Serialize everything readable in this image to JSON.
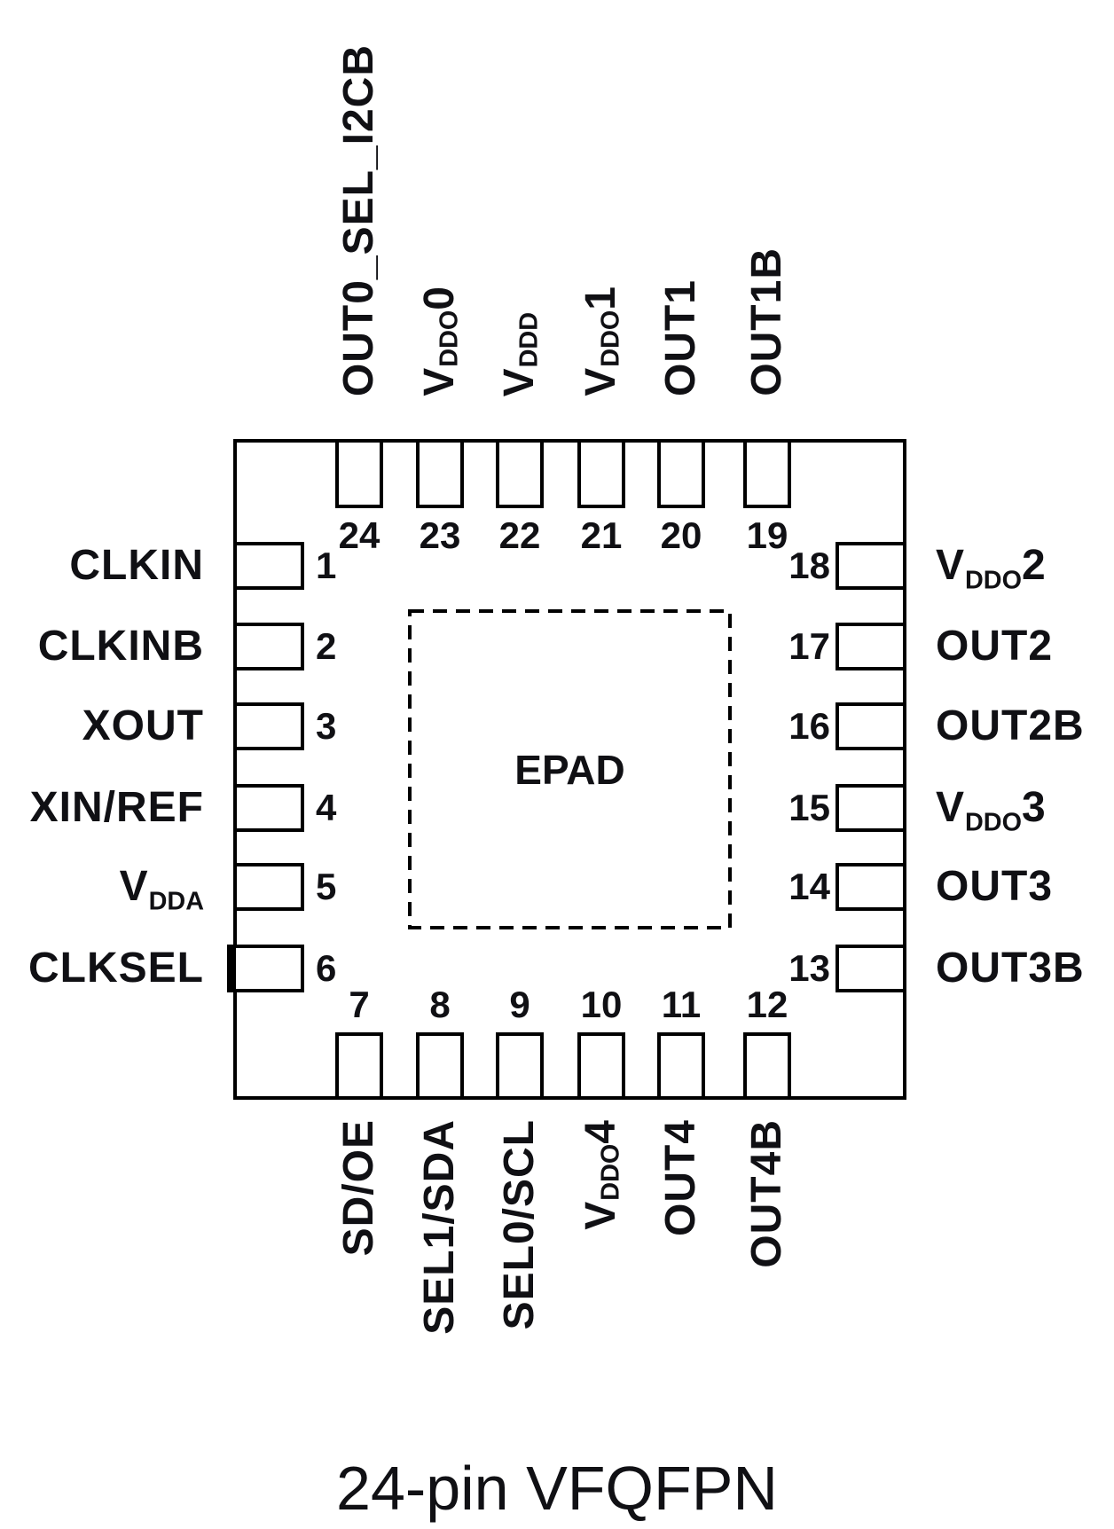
{
  "title": "24-pin VFQFPN",
  "epad": {
    "label": "EPAD"
  },
  "pins": {
    "top": [
      {
        "num": "24",
        "label": {
          "pre": "OUT0_SEL_I2CB"
        }
      },
      {
        "num": "23",
        "label": {
          "pre": "V",
          "sub": "DDO",
          "post": "0"
        }
      },
      {
        "num": "22",
        "label": {
          "pre": "V",
          "sub": "DDD"
        }
      },
      {
        "num": "21",
        "label": {
          "pre": "V",
          "sub": "DDO",
          "post": "1"
        }
      },
      {
        "num": "20",
        "label": {
          "pre": "OUT1"
        }
      },
      {
        "num": "19",
        "label": {
          "pre": "OUT1B"
        }
      }
    ],
    "left": [
      {
        "num": "1",
        "label": {
          "pre": "CLKIN"
        }
      },
      {
        "num": "2",
        "label": {
          "pre": "CLKINB"
        }
      },
      {
        "num": "3",
        "label": {
          "pre": "XOUT"
        }
      },
      {
        "num": "4",
        "label": {
          "pre": "XIN/REF"
        }
      },
      {
        "num": "5",
        "label": {
          "pre": "V",
          "sub": "DDA"
        }
      },
      {
        "num": "6",
        "label": {
          "pre": "CLKSEL"
        }
      }
    ],
    "right": [
      {
        "num": "18",
        "label": {
          "pre": "V",
          "sub": "DDO",
          "post": "2"
        }
      },
      {
        "num": "17",
        "label": {
          "pre": "OUT2"
        }
      },
      {
        "num": "16",
        "label": {
          "pre": "OUT2B"
        }
      },
      {
        "num": "15",
        "label": {
          "pre": "V",
          "sub": "DDO",
          "post": "3"
        }
      },
      {
        "num": "14",
        "label": {
          "pre": "OUT3"
        }
      },
      {
        "num": "13",
        "label": {
          "pre": "OUT3B"
        }
      }
    ],
    "bottom": [
      {
        "num": "7",
        "label": {
          "pre": "SD/OE"
        }
      },
      {
        "num": "8",
        "label": {
          "pre": "SEL1/SDA"
        }
      },
      {
        "num": "9",
        "label": {
          "pre": "SEL0/SCL"
        }
      },
      {
        "num": "10",
        "label": {
          "pre": "V",
          "sub": "DDO",
          "post": "4"
        }
      },
      {
        "num": "11",
        "label": {
          "pre": "OUT4"
        }
      },
      {
        "num": "12",
        "label": {
          "pre": "OUT4B"
        }
      }
    ]
  }
}
